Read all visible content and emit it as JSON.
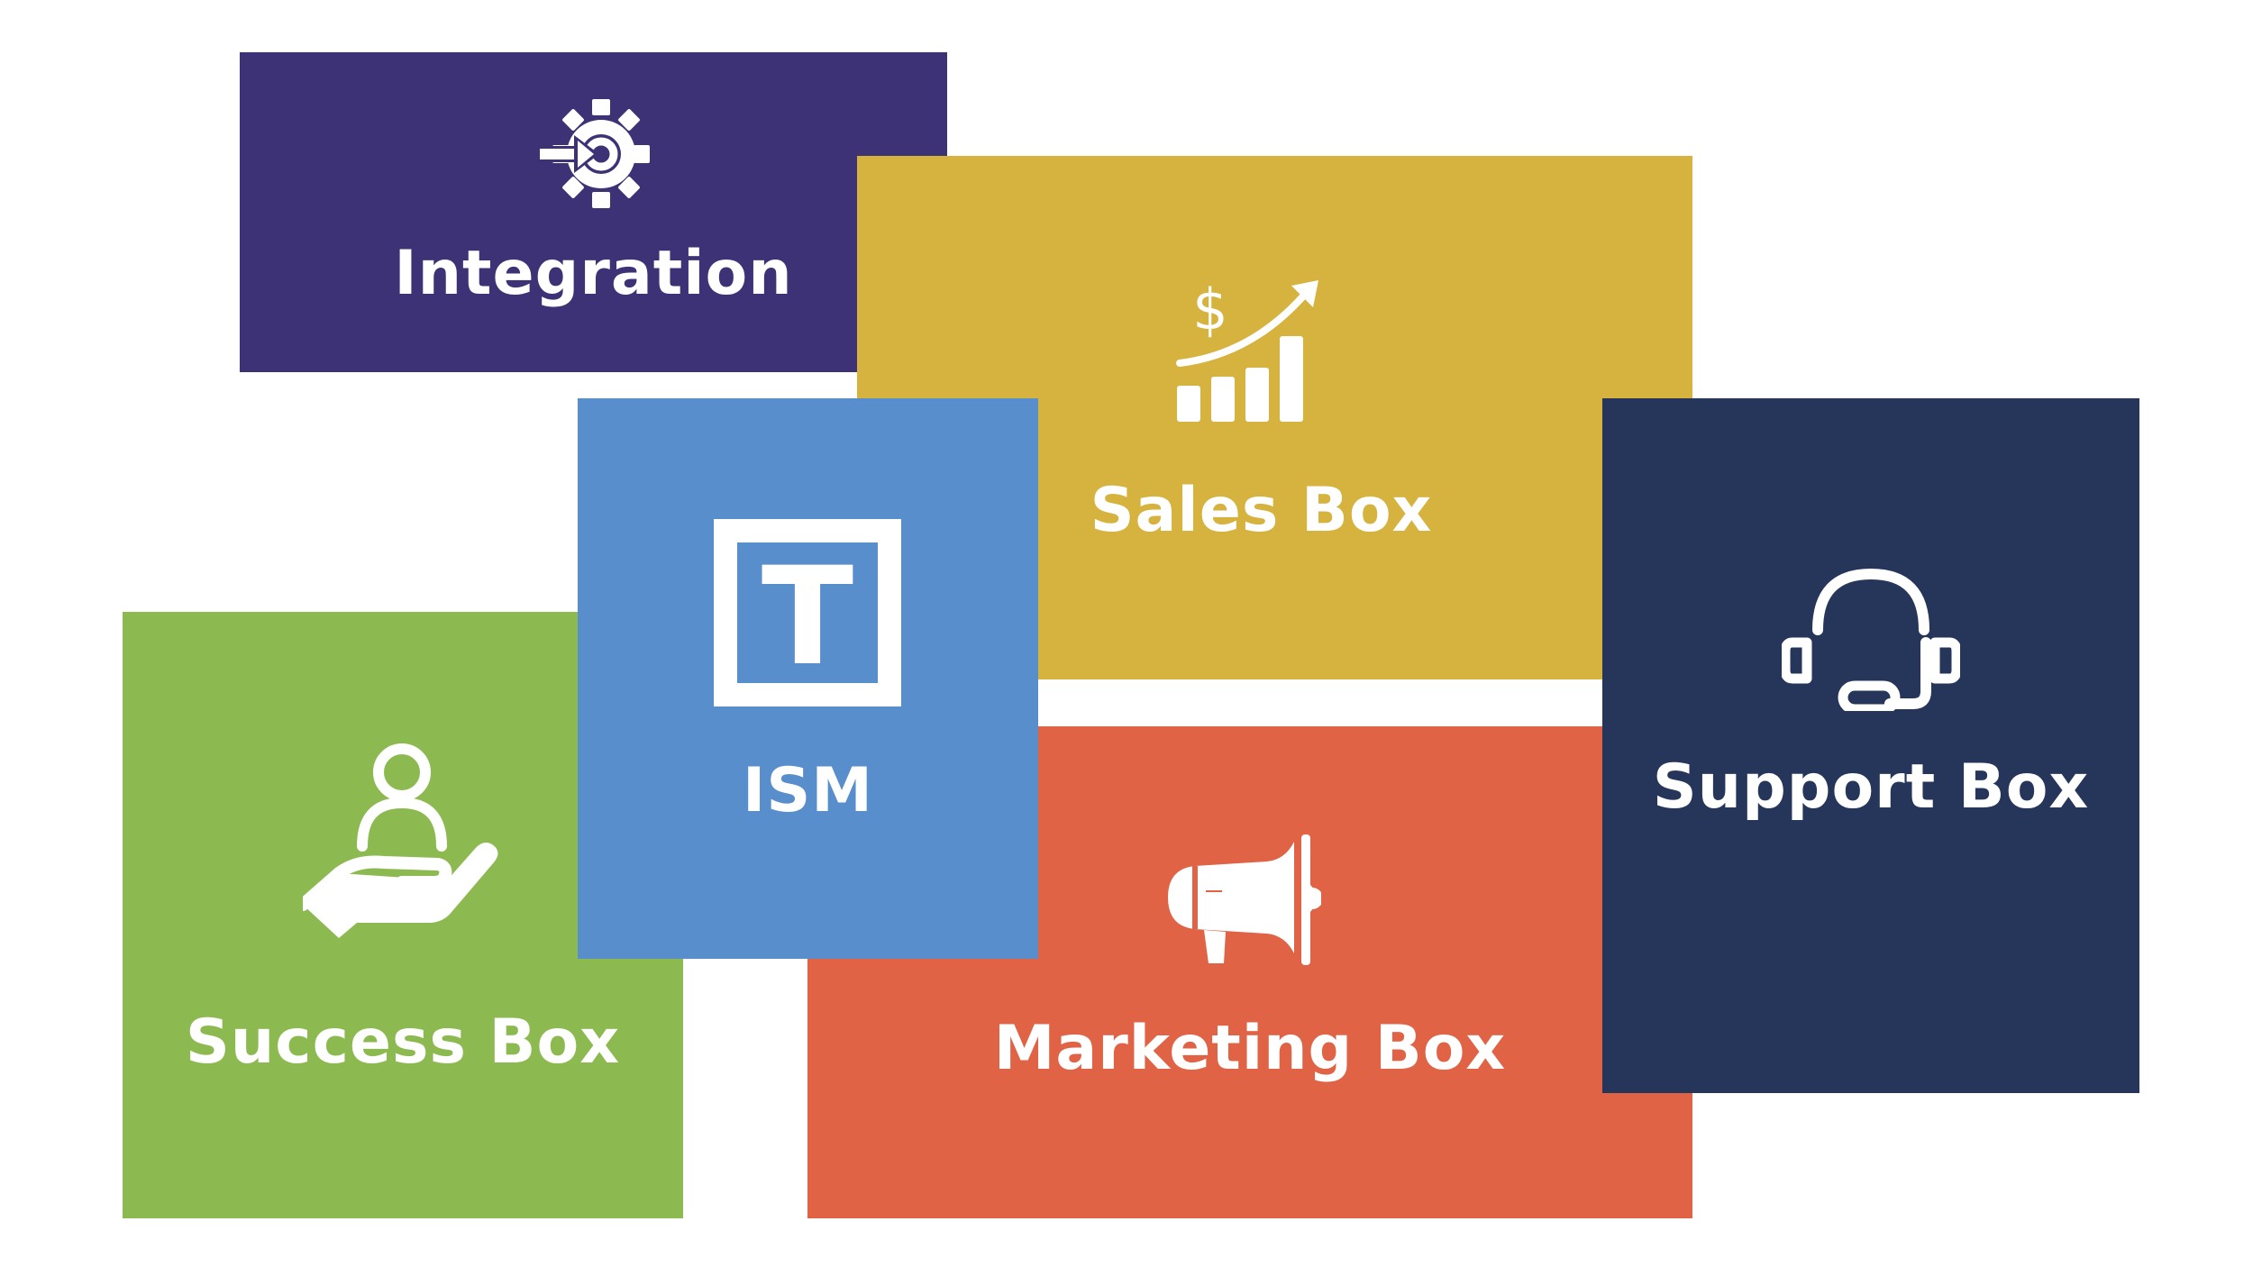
{
  "tiles": {
    "integration": {
      "label": "Integration",
      "icon": "gear-arrow-icon",
      "color": "#3c3275"
    },
    "sales": {
      "label": "Sales Box",
      "icon": "dollar-growth-chart-icon",
      "color": "#d6b23e"
    },
    "success": {
      "label": "Success Box",
      "icon": "hand-holding-person-icon",
      "color": "#8dba50"
    },
    "marketing": {
      "label": "Marketing Box",
      "icon": "megaphone-icon",
      "color": "#e06346"
    },
    "support": {
      "label": "Support Box",
      "icon": "headset-icon",
      "color": "#26355a"
    },
    "ism": {
      "label": "ISM",
      "icon": "t-logo-icon",
      "color": "#588ecb",
      "logo_letter": "T"
    }
  }
}
